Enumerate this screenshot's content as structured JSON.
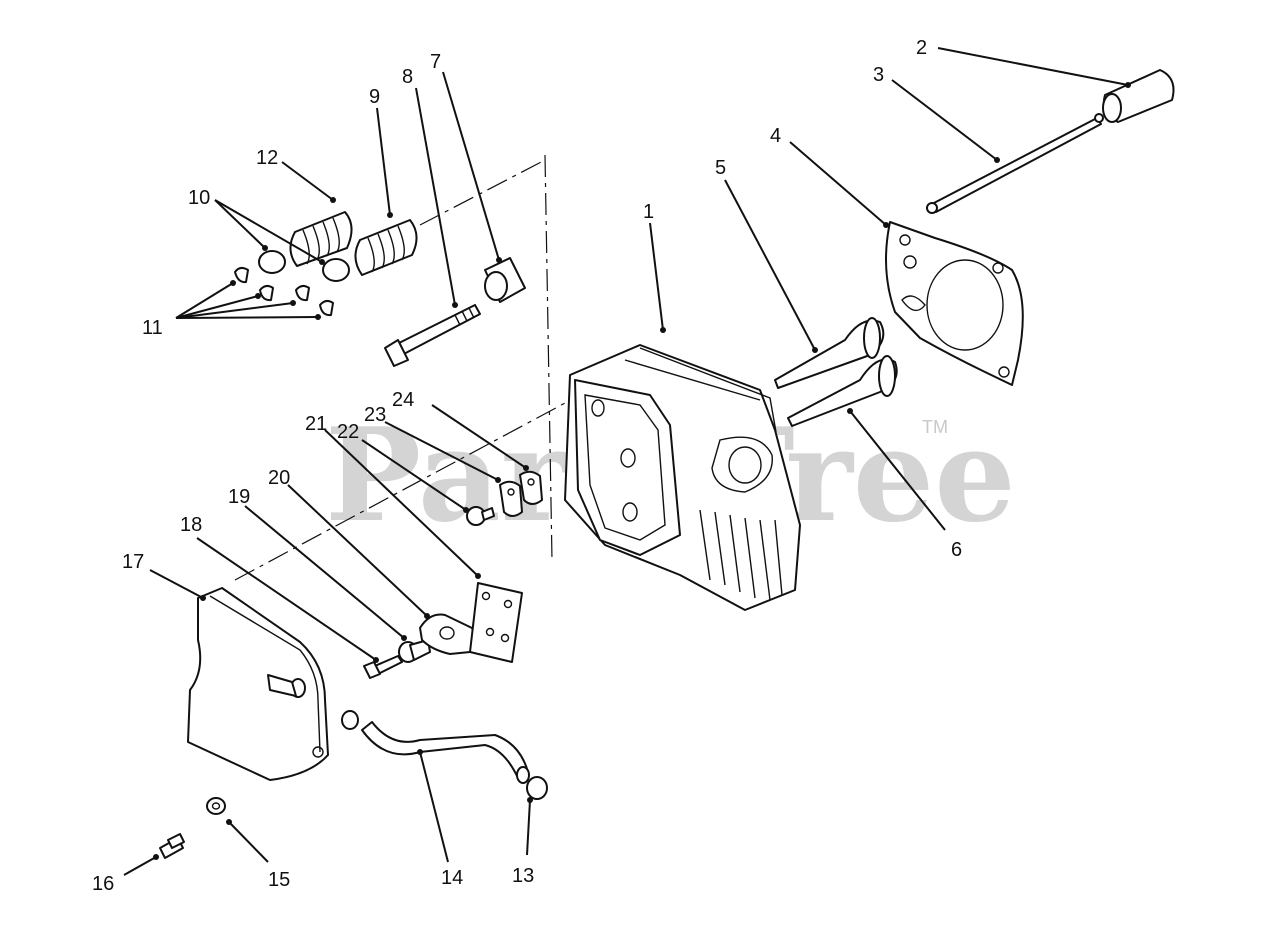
{
  "watermark": {
    "text": "PartsTree",
    "tm": "TM"
  },
  "callouts": [
    {
      "id": "1",
      "text": "1"
    },
    {
      "id": "2",
      "text": "2"
    },
    {
      "id": "3",
      "text": "3"
    },
    {
      "id": "4",
      "text": "4"
    },
    {
      "id": "5",
      "text": "5"
    },
    {
      "id": "6",
      "text": "6"
    },
    {
      "id": "7",
      "text": "7"
    },
    {
      "id": "8",
      "text": "8"
    },
    {
      "id": "9",
      "text": "9"
    },
    {
      "id": "10",
      "text": "10"
    },
    {
      "id": "11",
      "text": "11"
    },
    {
      "id": "12",
      "text": "12"
    },
    {
      "id": "13",
      "text": "13"
    },
    {
      "id": "14",
      "text": "14"
    },
    {
      "id": "15",
      "text": "15"
    },
    {
      "id": "16",
      "text": "16"
    },
    {
      "id": "17",
      "text": "17"
    },
    {
      "id": "18",
      "text": "18"
    },
    {
      "id": "19",
      "text": "19"
    },
    {
      "id": "20",
      "text": "20"
    },
    {
      "id": "21",
      "text": "21"
    },
    {
      "id": "22",
      "text": "22"
    },
    {
      "id": "23",
      "text": "23"
    },
    {
      "id": "24",
      "text": "24"
    }
  ]
}
